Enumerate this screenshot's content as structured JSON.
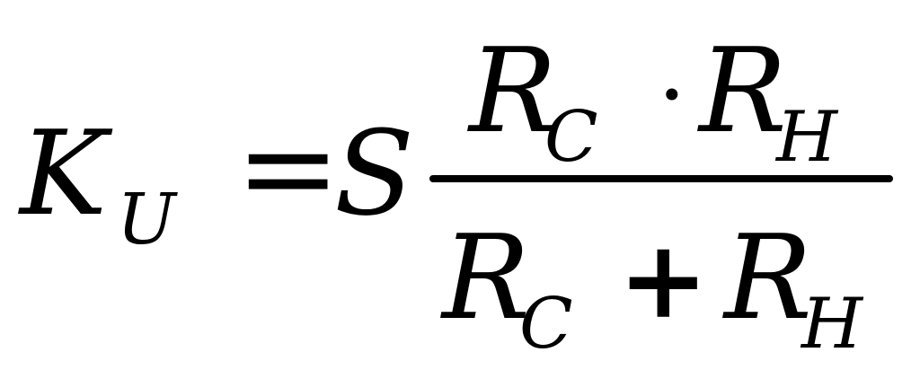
{
  "formula": {
    "lhs": {
      "symbol": "K",
      "subscript": "U"
    },
    "equals": "=",
    "factor": "S",
    "numerator": {
      "term1": {
        "symbol": "R",
        "subscript": "C"
      },
      "operator": "·",
      "term2": {
        "symbol": "R",
        "subscript": "H"
      }
    },
    "denominator": {
      "term1": {
        "symbol": "R",
        "subscript": "C"
      },
      "operator": "+",
      "term2": {
        "symbol": "R",
        "subscript": "H"
      }
    }
  }
}
